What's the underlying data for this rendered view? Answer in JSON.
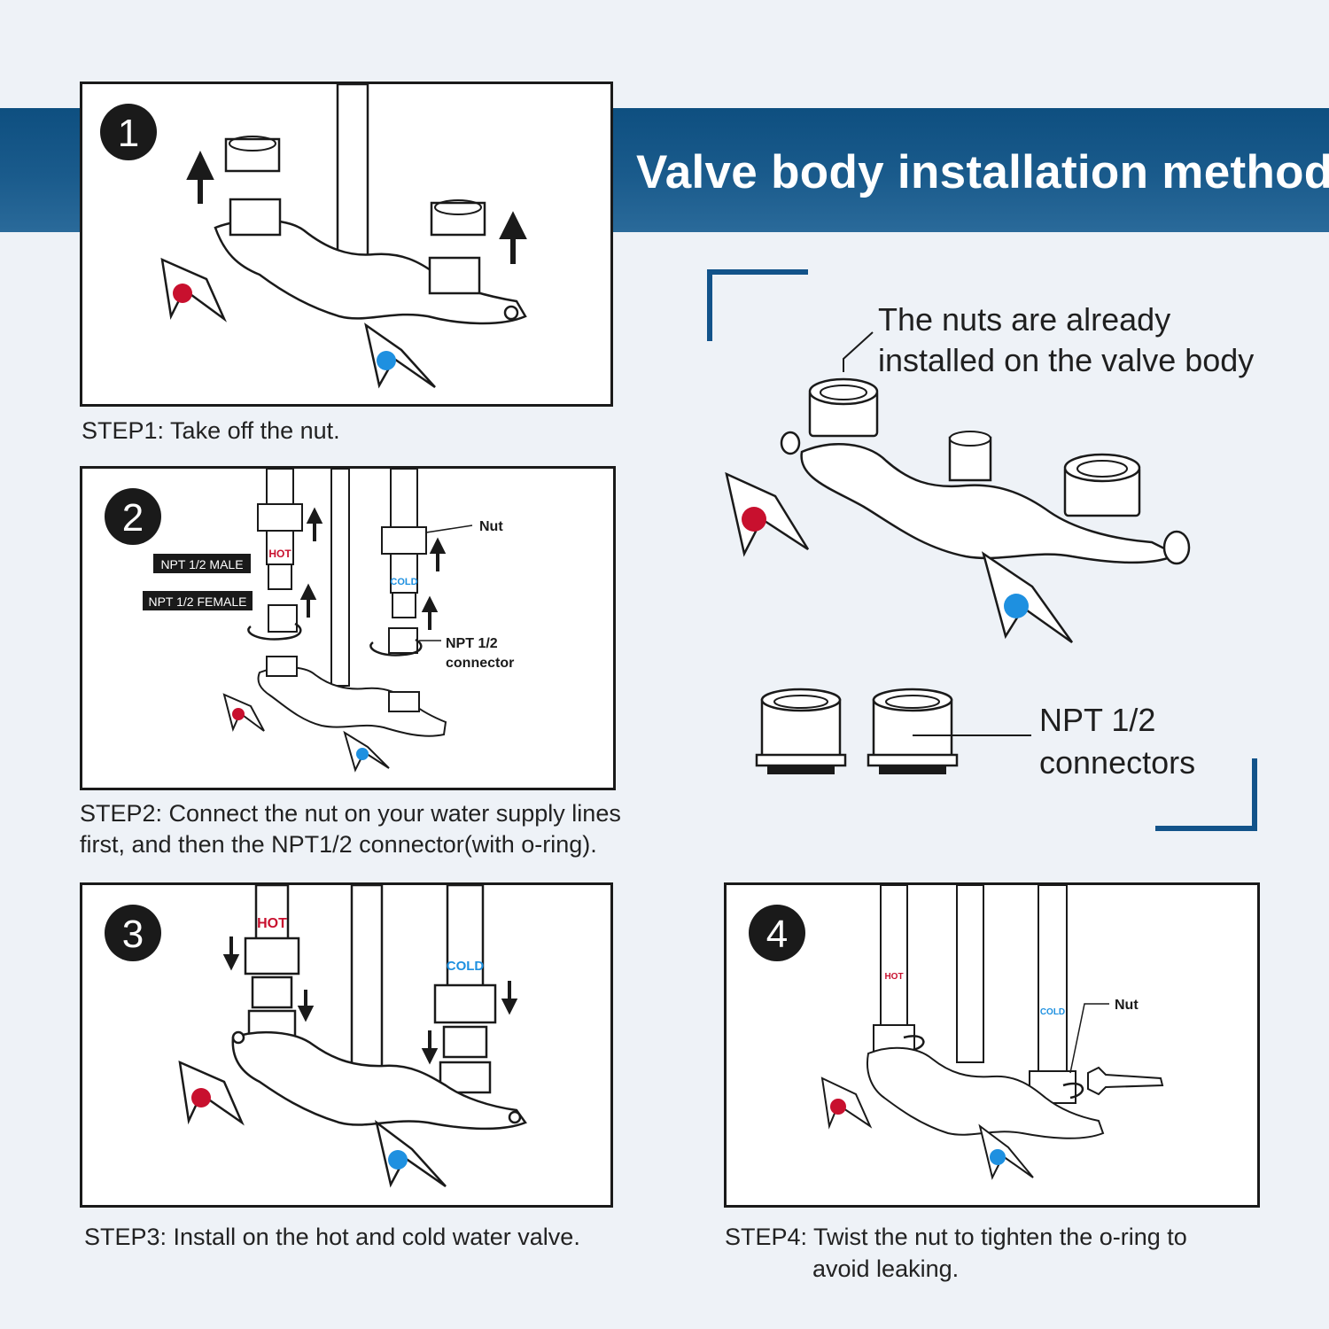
{
  "title": "Valve body installation method",
  "steps": [
    {
      "number": "1",
      "caption": "STEP1: Take off the nut."
    },
    {
      "number": "2",
      "caption_line1": "STEP2: Connect the nut on your water supply lines",
      "caption_line2": "first, and then the NPT1/2 connector(with o-ring).",
      "labels": {
        "hot": "HOT",
        "cold": "COLD",
        "nut": "Nut",
        "male": "NPT 1/2 MALE",
        "female": "NPT 1/2 FEMALE",
        "connector_line1": "NPT 1/2",
        "connector_line2": "connector"
      }
    },
    {
      "number": "3",
      "caption": "STEP3: Install on the hot and cold water valve.",
      "labels": {
        "hot": "HOT",
        "cold": "COLD"
      }
    },
    {
      "number": "4",
      "caption_line1": "STEP4: Twist the nut to tighten the o-ring to",
      "caption_line2": "avoid leaking.",
      "labels": {
        "hot": "HOT",
        "cold": "COLD",
        "nut": "Nut"
      }
    }
  ],
  "overview": {
    "nuts_line1": "The nuts are already",
    "nuts_line2": "installed on the valve body",
    "connectors_line1": "NPT 1/2",
    "connectors_line2": "connectors"
  },
  "colors": {
    "banner": "#12538a",
    "hot": "#c8102e",
    "cold": "#1e90e0",
    "outline": "#1a1a1a"
  }
}
